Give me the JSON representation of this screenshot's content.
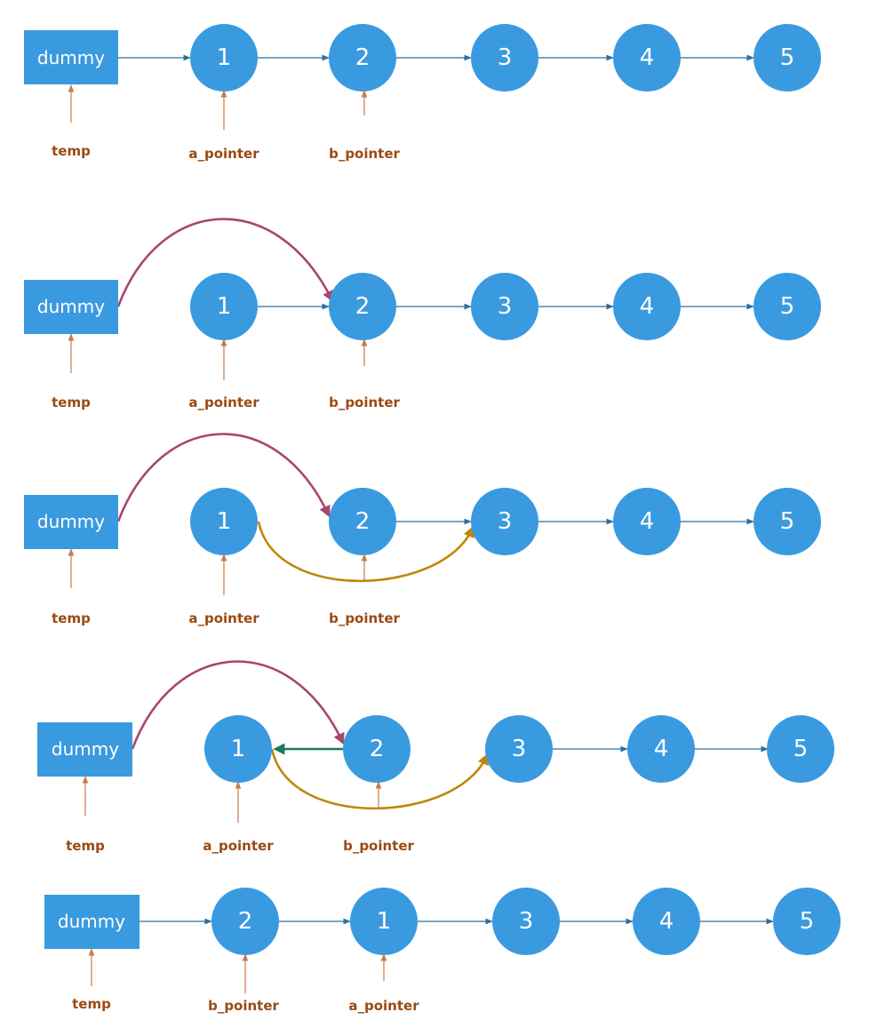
{
  "colors": {
    "node_fill": "#3a9ae0",
    "link": "#2f6f9f",
    "pointer": "#c97a4a",
    "pointer_label": "#9a4a12",
    "purple": "#a8466e",
    "gold": "#c1860a",
    "green": "#1a7a5a"
  },
  "dummy_label": "dummy",
  "labels": {
    "temp": "temp",
    "a_pointer": "a_pointer",
    "b_pointer": "b_pointer"
  },
  "rows": [
    {
      "box": "dummy",
      "nodes": [
        "1",
        "2",
        "3",
        "4",
        "5"
      ],
      "pointers": [
        "temp",
        "a_pointer",
        "b_pointer"
      ]
    },
    {
      "box": "dummy",
      "nodes": [
        "1",
        "2",
        "3",
        "4",
        "5"
      ],
      "pointers": [
        "temp",
        "a_pointer",
        "b_pointer"
      ]
    },
    {
      "box": "dummy",
      "nodes": [
        "1",
        "2",
        "3",
        "4",
        "5"
      ],
      "pointers": [
        "temp",
        "a_pointer",
        "b_pointer"
      ]
    },
    {
      "box": "dummy",
      "nodes": [
        "1",
        "2",
        "3",
        "4",
        "5"
      ],
      "pointers": [
        "temp",
        "a_pointer",
        "b_pointer"
      ]
    },
    {
      "box": "dummy",
      "nodes": [
        "2",
        "1",
        "3",
        "4",
        "5"
      ],
      "pointers": [
        "temp",
        "b_pointer",
        "a_pointer"
      ]
    }
  ]
}
